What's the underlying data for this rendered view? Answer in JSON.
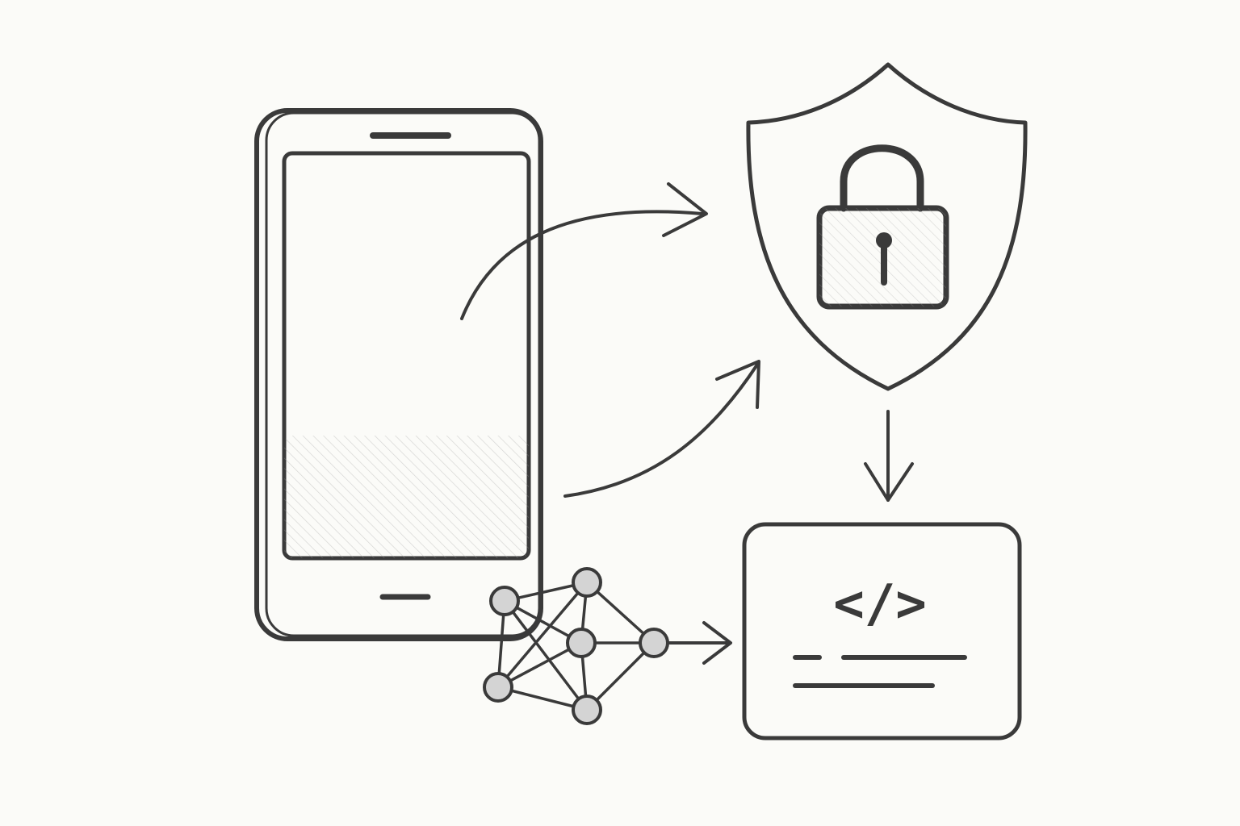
{
  "diagram": {
    "code_symbol": "</>",
    "colors": {
      "background": "#fbfbf8",
      "stroke": "#3a3a3a",
      "hatch": "#9a9a9a"
    },
    "nodes": [
      "smartphone",
      "security-shield-lock",
      "neural-network",
      "code-window"
    ]
  }
}
